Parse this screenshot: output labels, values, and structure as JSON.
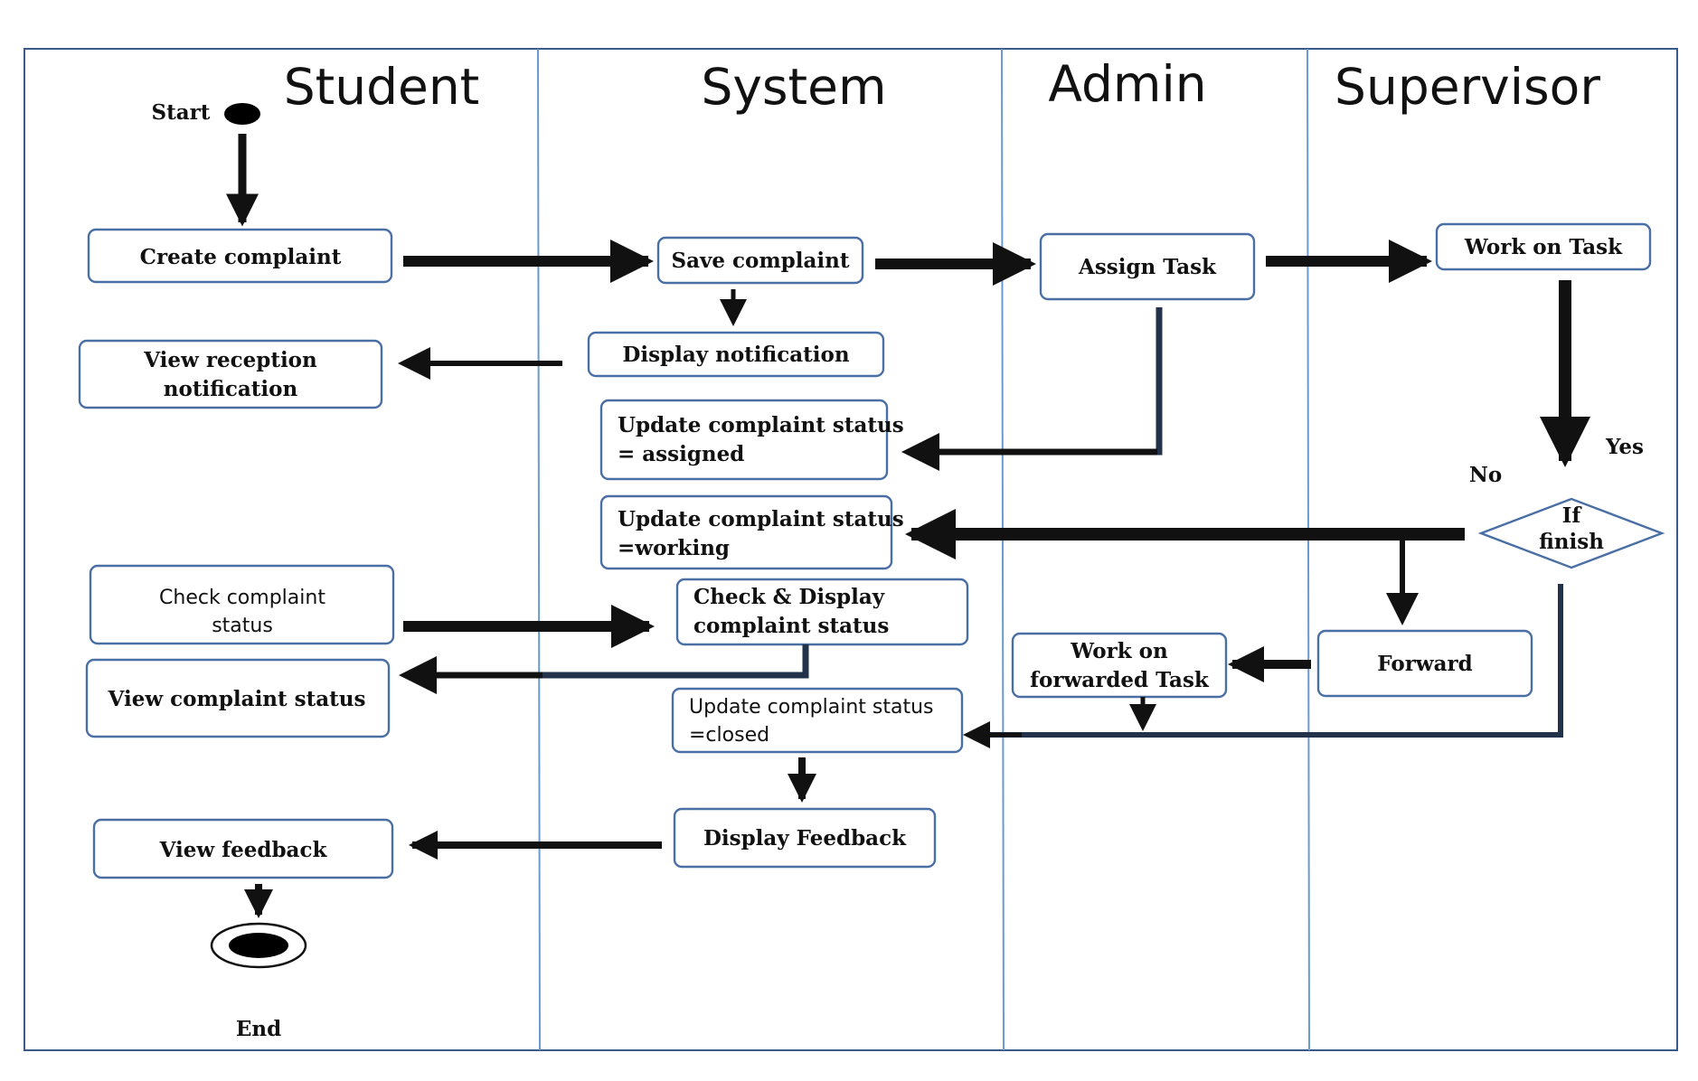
{
  "lanes": {
    "student": "Student",
    "system": "System",
    "admin": "Admin",
    "supervisor": "Supervisor"
  },
  "labels": {
    "start": "Start",
    "end": "End",
    "yes": "Yes",
    "no": "No"
  },
  "decision": {
    "line1": "If",
    "line2": "finish"
  },
  "activities": {
    "create_complaint": [
      "Create complaint"
    ],
    "save_complaint": [
      "Save complaint"
    ],
    "assign_task": [
      "Assign Task"
    ],
    "work_on_task": [
      "Work on Task"
    ],
    "display_notification": [
      "Display notification"
    ],
    "view_reception_notification": [
      "View reception",
      "notification"
    ],
    "update_status_assigned": [
      "Update complaint status",
      "= assigned"
    ],
    "update_status_working": [
      "Update complaint status",
      "=working"
    ],
    "check_complaint_status": [
      "Check complaint",
      "status"
    ],
    "check_display_status": [
      "Check & Display",
      "complaint status"
    ],
    "view_complaint_status": [
      "View complaint status"
    ],
    "work_on_forwarded_task": [
      "Work on",
      "forwarded Task"
    ],
    "forward": [
      "Forward"
    ],
    "update_status_closed": [
      "Update complaint status",
      "=closed"
    ],
    "display_feedback": [
      "Display Feedback"
    ],
    "view_feedback": [
      "View feedback"
    ]
  },
  "colors": {
    "box_border": "#4a6fa5",
    "lane_divider": "#6a9ad0",
    "arrow": "#111111"
  }
}
